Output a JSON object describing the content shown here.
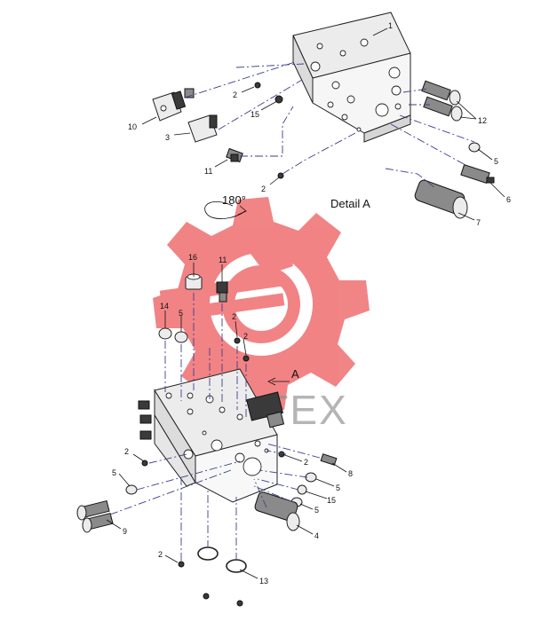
{
  "detail_title": "Detail A",
  "rotation_label": "180°",
  "view_arrow_label": "A",
  "watermark_text": "ИНТЕХ",
  "colors": {
    "watermark": "#e8353a",
    "leader": "#3a3f8a",
    "ink": "#111111"
  },
  "callouts": {
    "top": [
      "1",
      "2",
      "15",
      "10",
      "3",
      "11",
      "2",
      "12",
      "5",
      "6",
      "7"
    ],
    "bottom": [
      "16",
      "11",
      "14",
      "5",
      "2",
      "2",
      "2",
      "2",
      "8",
      "5",
      "15",
      "5",
      "5",
      "9",
      "4",
      "2",
      "13"
    ]
  }
}
